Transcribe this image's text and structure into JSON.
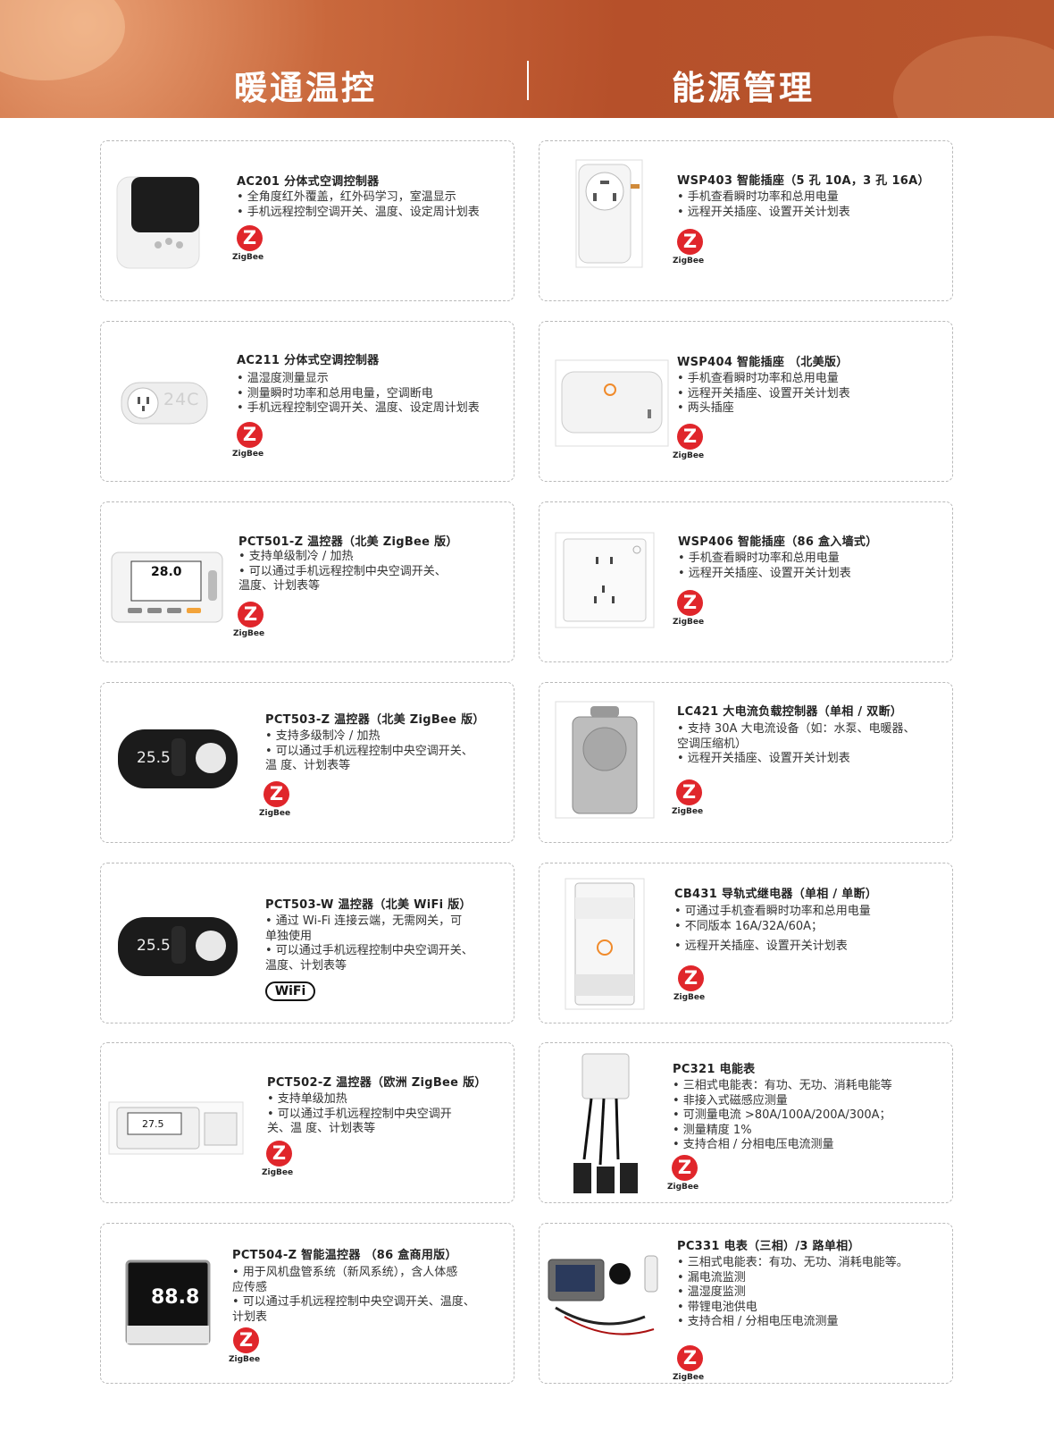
{
  "header": {
    "left_title": "暖通温控",
    "right_title": "能源管理"
  },
  "left_products": [
    {
      "title": "AC201 分体式空调控制器",
      "bullets": [
        "• 全角度红外覆盖，红外码学习，室温显示",
        "• 手机远程控制空调开关、温度、设定周计划表"
      ],
      "badge": "ZigBee"
    },
    {
      "title": "AC211 分体式空调控制器",
      "bullets": [
        "• 温湿度测量显示",
        "• 测量瞬时功率和总用电量，空调断电",
        "• 手机远程控制空调开关、温度、设定周计划表"
      ],
      "badge": "ZigBee",
      "display_text": "24C"
    },
    {
      "title": "PCT501-Z 温控器（北美 ZigBee 版）",
      "bullets": [
        "• 支持单级制冷 / 加热",
        "• 可以通过手机远程控制中央空调开关、",
        "温度、计划表等"
      ],
      "badge": "ZigBee",
      "display_text": "28.0"
    },
    {
      "title": "PCT503-Z 温控器（北美 ZigBee 版）",
      "bullets": [
        "• 支持多级制冷 / 加热",
        "• 可以通过手机远程控制中央空调开关、",
        "温 度、计划表等"
      ],
      "badge": "ZigBee",
      "display_text": "25.5"
    },
    {
      "title": "PCT503-W 温控器（北美 WiFi 版）",
      "bullets": [
        "• 通过 Wi-Fi 连接云端，无需网关，可",
        "单独使用",
        "• 可以通过手机远程控制中央空调开关、",
        "温度、计划表等"
      ],
      "badge": "WiFi",
      "display_text": "25.5"
    },
    {
      "title": "PCT502-Z 温控器（欧洲 ZigBee 版）",
      "bullets": [
        "• 支持单级加热",
        "• 可以通过手机远程控制中央空调开",
        "关、温 度、计划表等"
      ],
      "badge": "ZigBee",
      "display_text": "27.5"
    },
    {
      "title": "PCT504-Z 智能温控器 （86 盒商用版）",
      "bullets": [
        "• 用于风机盘管系统（新风系统），含人体感",
        "应传感",
        "• 可以通过手机远程控制中央空调开关、温度、",
        "计划表"
      ],
      "badge": "ZigBee",
      "display_text": "88.8"
    }
  ],
  "right_products": [
    {
      "title": "WSP403 智能插座（5 孔 10A，3 孔 16A）",
      "bullets": [
        "• 手机查看瞬时功率和总用电量",
        "• 远程开关插座、设置开关计划表"
      ],
      "badge": "ZigBee"
    },
    {
      "title": "WSP404 智能插座 （北美版）",
      "bullets": [
        "• 手机查看瞬时功率和总用电量",
        "• 远程开关插座、设置开关计划表",
        "• 两头插座"
      ],
      "badge": "ZigBee"
    },
    {
      "title": "WSP406 智能插座（86 盒入墙式）",
      "bullets": [
        "• 手机查看瞬时功率和总用电量",
        "• 远程开关插座、设置开关计划表"
      ],
      "badge": "ZigBee"
    },
    {
      "title": "LC421 大电流负载控制器（单相 / 双断）",
      "bullets": [
        "• 支持 30A 大电流设备（如：水泵、电暖器、",
        "空调压缩机）",
        "• 远程开关插座、设置开关计划表"
      ],
      "badge": "ZigBee"
    },
    {
      "title": "CB431 导轨式继电器（单相 / 单断）",
      "bullets": [
        "• 可通过手机查看瞬时功率和总用电量",
        "• 不同版本 16A/32A/60A；",
        "• 远程开关插座、设置开关计划表"
      ],
      "badge": "ZigBee"
    },
    {
      "title": "PC321 电能表",
      "bullets": [
        "• 三相式电能表：有功、无功、消耗电能等",
        "• 非接入式磁感应测量",
        "• 可测量电流 >80A/100A/200A/300A；",
        "• 测量精度 1%",
        "• 支持合相 / 分相电压电流测量"
      ],
      "badge": "ZigBee"
    },
    {
      "title": "PC331 电表（三相）/3 路单相）",
      "bullets": [
        "• 三相式电能表：有功、无功、消耗电能等。",
        "• 漏电流监测",
        "• 温湿度监测",
        "• 带锂电池供电",
        "• 支持合相 / 分相电压电流测量"
      ],
      "badge": "ZigBee"
    }
  ]
}
